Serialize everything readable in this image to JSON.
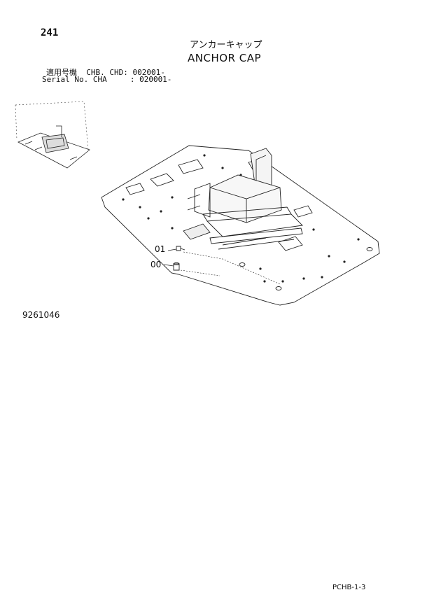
{
  "page_number": "241",
  "title_jp": "アンカーキャップ",
  "title_en": "ANCHOR CAP",
  "applicable_line": "適用号機  CHB. CHD: 002001-",
  "serial_line": "Serial No. CHA     : 020001-",
  "callouts": [
    "01",
    "00"
  ],
  "drawing_number": "9261046",
  "page_code": "PCHB-1-3"
}
